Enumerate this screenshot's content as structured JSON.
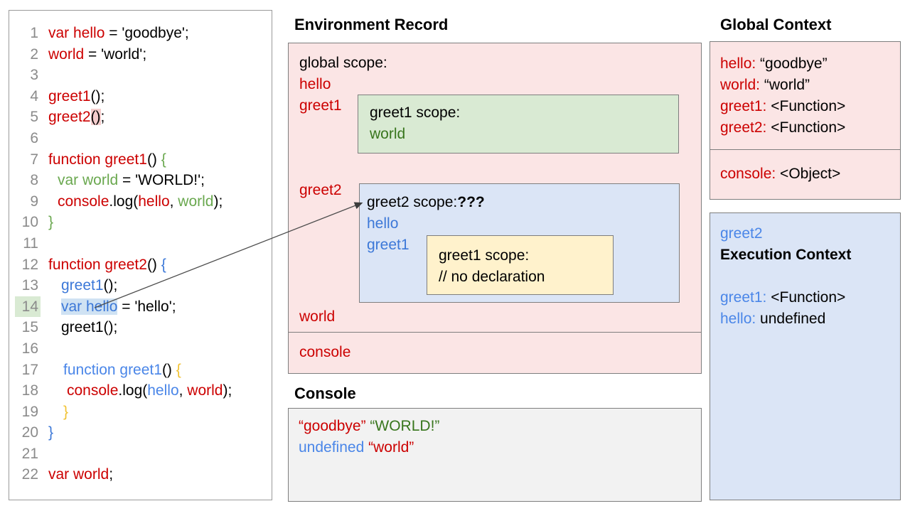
{
  "colors": {
    "accent_red": "#cc0000",
    "accent_green": "#6aa84f",
    "accent_dark_green": "#38761d",
    "accent_blue": "#3c78d8",
    "accent_light_blue": "#4a86e8",
    "accent_yellow": "#f1c232",
    "pink_fill": "#fbe5e5",
    "green_fill": "#d9ead3",
    "blue_fill": "#dbe5f6",
    "yellow_fill": "#fff2cc",
    "console_fill": "#f2f2f2"
  },
  "code": {
    "lines": [
      {
        "n": "1",
        "ind": 0,
        "segs": [
          {
            "t": "var hello",
            "c": "red"
          },
          {
            "t": " = 'goodbye';",
            "c": "blk"
          }
        ]
      },
      {
        "n": "2",
        "ind": 0,
        "segs": [
          {
            "t": "world",
            "c": "red"
          },
          {
            "t": " = 'world';",
            "c": "blk"
          }
        ]
      },
      {
        "n": "3",
        "ind": 0,
        "segs": []
      },
      {
        "n": "4",
        "ind": 0,
        "segs": [
          {
            "t": "greet1",
            "c": "red"
          },
          {
            "t": "();",
            "c": "blk"
          }
        ]
      },
      {
        "n": "5",
        "ind": 0,
        "segs": [
          {
            "t": "greet2",
            "c": "red"
          },
          {
            "t": "()",
            "c": "blk",
            "bg": "pinkhl"
          },
          {
            "t": ";",
            "c": "blk"
          }
        ]
      },
      {
        "n": "6",
        "ind": 0,
        "segs": []
      },
      {
        "n": "7",
        "ind": 0,
        "segs": [
          {
            "t": "function greet1",
            "c": "red"
          },
          {
            "t": "() ",
            "c": "blk"
          },
          {
            "t": "{",
            "c": "green"
          }
        ]
      },
      {
        "n": "8",
        "ind": 13,
        "segs": [
          {
            "t": "var world",
            "c": "green"
          },
          {
            "t": " = 'WORLD!';",
            "c": "blk"
          }
        ]
      },
      {
        "n": "9",
        "ind": 13,
        "segs": [
          {
            "t": "console",
            "c": "red"
          },
          {
            "t": ".log(",
            "c": "blk"
          },
          {
            "t": "hello",
            "c": "red"
          },
          {
            "t": ", ",
            "c": "blk"
          },
          {
            "t": "world",
            "c": "green"
          },
          {
            "t": ");",
            "c": "blk"
          }
        ]
      },
      {
        "n": "10",
        "ind": 0,
        "segs": [
          {
            "t": "}",
            "c": "green"
          }
        ]
      },
      {
        "n": "11",
        "ind": 0,
        "segs": []
      },
      {
        "n": "12",
        "ind": 0,
        "segs": [
          {
            "t": "function greet2",
            "c": "red"
          },
          {
            "t": "() ",
            "c": "blk"
          },
          {
            "t": "{",
            "c": "blue"
          }
        ]
      },
      {
        "n": "13",
        "ind": 18,
        "segs": [
          {
            "t": "greet1",
            "c": "blue"
          },
          {
            "t": "();",
            "c": "blk"
          }
        ]
      },
      {
        "n": "14",
        "ind": 18,
        "numHl": true,
        "segs": [
          {
            "t": "var hello",
            "c": "blue",
            "bg": "bluehl"
          },
          {
            "t": " = 'hello';",
            "c": "blk"
          }
        ]
      },
      {
        "n": "15",
        "ind": 18,
        "segs": [
          {
            "t": "greet1();",
            "c": "blk"
          }
        ]
      },
      {
        "n": "16",
        "ind": 0,
        "segs": []
      },
      {
        "n": "17",
        "ind": 21,
        "segs": [
          {
            "t": "function greet1",
            "c": "lblue"
          },
          {
            "t": "() ",
            "c": "blk"
          },
          {
            "t": "{",
            "c": "yellow"
          }
        ]
      },
      {
        "n": "18",
        "ind": 26,
        "segs": [
          {
            "t": "console",
            "c": "red"
          },
          {
            "t": ".log(",
            "c": "blk"
          },
          {
            "t": "hello",
            "c": "lblue"
          },
          {
            "t": ", ",
            "c": "blk"
          },
          {
            "t": "world",
            "c": "red"
          },
          {
            "t": ");",
            "c": "blk"
          }
        ]
      },
      {
        "n": "19",
        "ind": 21,
        "segs": [
          {
            "t": "}",
            "c": "yellow"
          }
        ]
      },
      {
        "n": "20",
        "ind": 0,
        "segs": [
          {
            "t": "}",
            "c": "blue"
          }
        ]
      },
      {
        "n": "21",
        "ind": 0,
        "segs": []
      },
      {
        "n": "22",
        "ind": 0,
        "segs": [
          {
            "t": "var world",
            "c": "red"
          },
          {
            "t": ";",
            "c": "blk"
          }
        ]
      }
    ]
  },
  "env_record": {
    "title": "Environment Record",
    "global_scope_lines": [
      [
        {
          "t": "global scope:",
          "c": "blk"
        }
      ],
      [
        {
          "t": "hello",
          "c": "red"
        }
      ],
      [
        {
          "t": "greet1",
          "c": "red"
        }
      ]
    ],
    "greet2_label": "greet2",
    "world_label": "world",
    "console_label": "console",
    "greet1_scope_lines": [
      [
        {
          "t": "greet1 scope:",
          "c": "blk"
        }
      ],
      [
        {
          "t": "world",
          "c": "dgreen"
        }
      ]
    ],
    "greet2_scope_lines": [
      [
        {
          "t": "greet2 scope:",
          "c": "blk"
        },
        {
          "t": "???",
          "c": "blk",
          "b": true
        }
      ],
      [
        {
          "t": "hello",
          "c": "blue"
        }
      ],
      [
        {
          "t": "greet1",
          "c": "blue"
        }
      ]
    ],
    "inner_greet1_scope_lines": [
      [
        {
          "t": "greet1 scope:",
          "c": "blk"
        }
      ],
      [
        {
          "t": "// no declaration",
          "c": "blk"
        }
      ]
    ]
  },
  "console_panel": {
    "title": "Console",
    "lines": [
      [
        {
          "t": "“goodbye”",
          "c": "red"
        },
        {
          "t": " ",
          "c": "blk"
        },
        {
          "t": "“WORLD!”",
          "c": "dgreen"
        }
      ],
      [
        {
          "t": "undefined",
          "c": "lblue"
        },
        {
          "t": " ",
          "c": "blk"
        },
        {
          "t": "“world”",
          "c": "red"
        }
      ]
    ]
  },
  "global_context": {
    "title": "Global Context",
    "main_lines": [
      [
        {
          "t": "hello:",
          "c": "red"
        },
        {
          "t": " “goodbye”",
          "c": "blk"
        }
      ],
      [
        {
          "t": "world:",
          "c": "red"
        },
        {
          "t": " “world”",
          "c": "blk"
        }
      ],
      [
        {
          "t": "greet1:",
          "c": "red"
        },
        {
          "t": " <Function>",
          "c": "blk"
        }
      ],
      [
        {
          "t": "greet2:",
          "c": "red"
        },
        {
          "t": " <Function>",
          "c": "blk"
        }
      ]
    ],
    "console_line": [
      [
        {
          "t": "console:",
          "c": "red"
        },
        {
          "t": " <Object>",
          "c": "blk"
        }
      ]
    ]
  },
  "execution_context": {
    "lines": [
      [
        {
          "t": "greet2",
          "c": "lblue"
        }
      ],
      [
        {
          "t": "Execution Context",
          "c": "blk",
          "b": true
        }
      ],
      [],
      [
        {
          "t": "greet1:",
          "c": "lblue"
        },
        {
          "t": " <Function>",
          "c": "blk"
        }
      ],
      [
        {
          "t": "hello:",
          "c": "lblue"
        },
        {
          "t": " undefined",
          "c": "blk"
        }
      ]
    ]
  }
}
